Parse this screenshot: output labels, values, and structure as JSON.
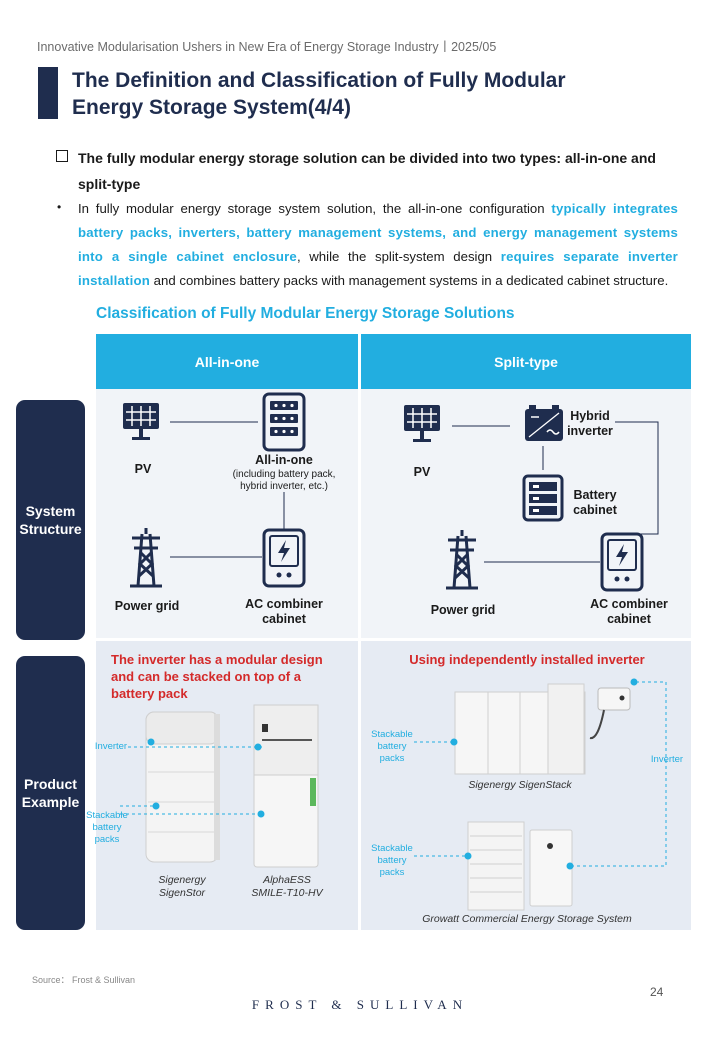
{
  "header": {
    "running_title": "Innovative Modularisation Ushers in New Era of Energy Storage Industry丨2025/05",
    "title_line1": "The Definition and Classification of Fully Modular",
    "title_line2": "Energy Storage System(4/4)"
  },
  "intro": {
    "lead": "The fully modular energy storage solution can be divided into two types: all-in-one and split-type",
    "bullet_parts": [
      "In fully modular energy storage system solution, the all-in-one configuration ",
      "typically integrates battery packs, inverters, battery management systems, and energy management systems into a single cabinet enclosure",
      ", while the split-system design ",
      "requires separate inverter installation",
      " and combines battery packs with management systems in a dedicated cabinet structure."
    ]
  },
  "table": {
    "title": "Classification of Fully Modular Energy Storage Solutions",
    "col_all_in_one": "All-in-one",
    "col_split": "Split-type",
    "row_structure_1": "System",
    "row_structure_2": "Structure",
    "row_example_1": "Product",
    "row_example_2": "Example"
  },
  "structure_left": {
    "pv": "PV",
    "aio": "All-in-one",
    "aio_note_1": "(including battery pack,",
    "aio_note_2": "hybrid inverter, etc.)",
    "grid": "Power grid",
    "acc_1": "AC combiner",
    "acc_2": "cabinet"
  },
  "structure_right": {
    "pv": "PV",
    "inv_1": "Hybrid",
    "inv_2": "inverter",
    "bat_1": "Battery",
    "bat_2": "cabinet",
    "grid": "Power grid",
    "acc_1": "AC combiner",
    "acc_2": "cabinet"
  },
  "example_left": {
    "headline_1": "The inverter has a modular design",
    "headline_2": "and can be stacked on top of a",
    "headline_3": "battery pack",
    "inverter": "Inverter",
    "stack_1": "Stackable",
    "stack_2": "battery",
    "stack_3": "packs",
    "prod1_1": "Sigenergy",
    "prod1_2": "SigenStor",
    "prod2_1": "AlphaESS",
    "prod2_2": "SMILE-T10-HV"
  },
  "example_right": {
    "headline": "Using independently installed inverter",
    "stack_1": "Stackable",
    "stack_2": "battery",
    "stack_3": "packs",
    "inverter": "Inverter",
    "prod1": "Sigenergy SigenStack",
    "prod2": "Growatt Commercial Energy Storage System"
  },
  "footer": {
    "source": "Source： Frost & Sullivan",
    "page": "24",
    "brand": "FROST & SULLIVAN"
  },
  "colors": {
    "navy": "#1f2d4e",
    "accent": "#22aee0",
    "headline_red": "#d42a2a"
  }
}
